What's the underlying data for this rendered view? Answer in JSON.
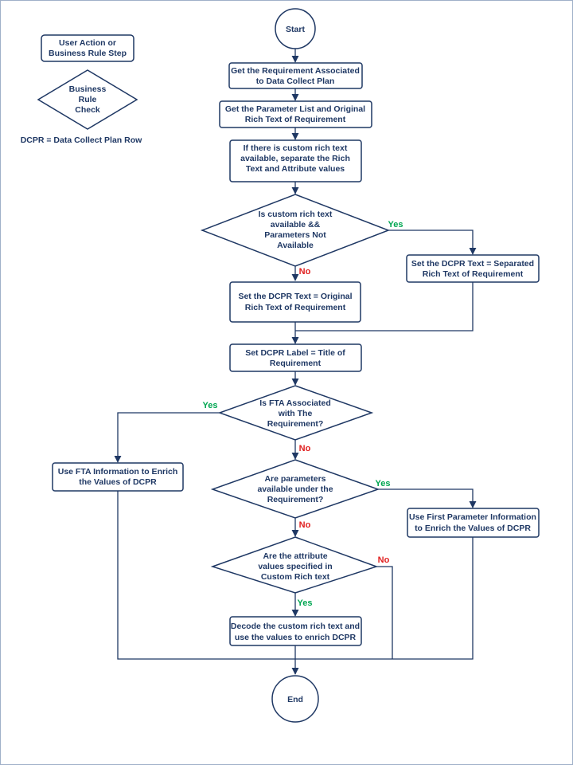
{
  "colors": {
    "stroke": "#1f3864",
    "text": "#1f3864",
    "yes": "#00a651",
    "no": "#e01e1e"
  },
  "legend": {
    "step_line1": "User Action or",
    "step_line2": "Business Rule Step",
    "check_line1": "Business",
    "check_line2": "Rule",
    "check_line3": "Check",
    "note": "DCPR = Data Collect Plan Row"
  },
  "nodes": {
    "start": "Start",
    "end": "End",
    "get_req": [
      "Get the Requirement Associated",
      "to Data Collect Plan"
    ],
    "get_params": [
      "Get the Parameter List and Original",
      "Rich Text of Requirement"
    ],
    "separate": [
      "If there is custom rich text",
      "available, separate the Rich",
      "Text and Attribute values"
    ],
    "dec_custom": [
      "Is custom rich text",
      "available &&",
      "Parameters Not",
      "Available"
    ],
    "set_separated": [
      "Set the DCPR Text = Separated",
      "Rich Text of Requirement"
    ],
    "set_original": [
      "Set the DCPR Text = Original",
      "Rich Text of Requirement"
    ],
    "set_label": [
      "Set DCPR Label = Title of",
      "Requirement"
    ],
    "dec_fta": [
      "Is FTA Associated",
      "with The",
      "Requirement?"
    ],
    "use_fta": [
      "Use FTA Information to Enrich",
      "the Values of DCPR"
    ],
    "dec_params": [
      "Are parameters",
      "available under the",
      "Requirement?"
    ],
    "use_first_param": [
      "Use First Parameter Information",
      "to Enrich the Values of DCPR"
    ],
    "dec_attr": [
      "Are the attribute",
      "values specified in",
      "Custom Rich text"
    ],
    "decode": [
      "Decode the custom rich text and",
      "use the values to enrich DCPR"
    ]
  },
  "labels": {
    "yes": "Yes",
    "no": "No"
  }
}
